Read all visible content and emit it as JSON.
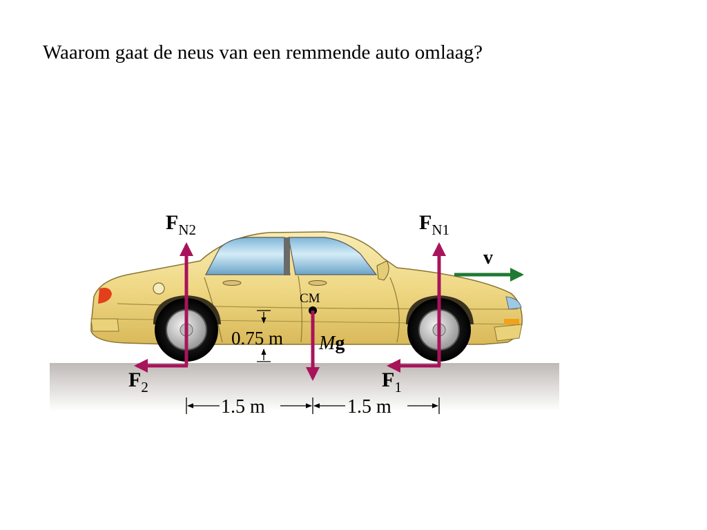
{
  "question": "Waarom gaat de neus van een remmende auto omlaag?",
  "colors": {
    "force_arrow": "#a8145a",
    "velocity_arrow": "#1f7a32",
    "car_body": "#f1dc8c",
    "road_top": "#bfb9b6",
    "road_bottom": "#ffffff"
  },
  "labels": {
    "fn2_main": "F",
    "fn2_sub": "N2",
    "fn1_main": "F",
    "fn1_sub": "N1",
    "v": "v",
    "cm": "CM",
    "height": "0.75 m",
    "mg_italic": "M",
    "mg_bold": "g",
    "f2_main": "F",
    "f2_sub": "2",
    "f1_main": "F",
    "f1_sub": "1",
    "dist_left": "1.5 m",
    "dist_right": "1.5 m"
  }
}
